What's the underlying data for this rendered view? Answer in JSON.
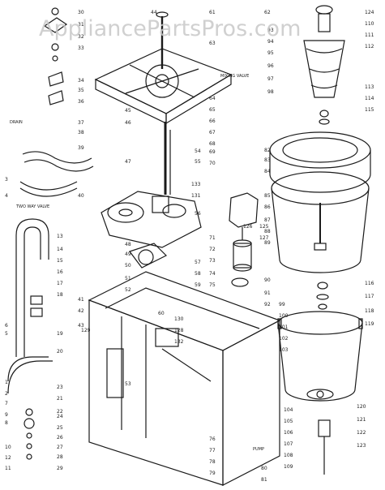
{
  "watermark": "AppliancePartsPros.com",
  "colors": {
    "ink": "#1a1a1a",
    "paper": "#ffffff",
    "watermark": "#c8c8c8"
  },
  "text_labels": {
    "drain": "DRAIN",
    "two_way_valve": "TWO WAY VALVE",
    "mixing_valve": "MIXING VALVE",
    "pump": "PUMP"
  },
  "callouts": [
    "30",
    "31",
    "32",
    "33",
    "34",
    "35",
    "36",
    "37",
    "38",
    "39",
    "40",
    "41",
    "42",
    "43",
    "44",
    "45",
    "46",
    "47",
    "48",
    "49",
    "50",
    "51",
    "52",
    "53",
    "54",
    "55",
    "56",
    "57",
    "58",
    "59",
    "60",
    "61",
    "62",
    "63",
    "64",
    "65",
    "66",
    "67",
    "68",
    "69",
    "70",
    "71",
    "72",
    "73",
    "74",
    "75",
    "76",
    "77",
    "78",
    "79",
    "80",
    "81",
    "82",
    "83",
    "84",
    "85",
    "86",
    "87",
    "88",
    "89",
    "90",
    "91",
    "92",
    "93",
    "94",
    "95",
    "96",
    "97",
    "98",
    "99",
    "100",
    "101",
    "102",
    "103",
    "104",
    "105",
    "106",
    "107",
    "108",
    "109",
    "110",
    "111",
    "112",
    "113",
    "114",
    "115",
    "116",
    "117",
    "118",
    "119",
    "120",
    "121",
    "122",
    "123",
    "124",
    "125",
    "126",
    "127",
    "128",
    "129",
    "130",
    "131",
    "132",
    "133",
    "1",
    "2",
    "3",
    "4",
    "5",
    "6",
    "7",
    "8",
    "9",
    "10",
    "11",
    "12",
    "13",
    "14",
    "15",
    "16",
    "17",
    "18",
    "19",
    "20",
    "21",
    "22",
    "23",
    "24",
    "25",
    "26",
    "27",
    "28",
    "29"
  ]
}
